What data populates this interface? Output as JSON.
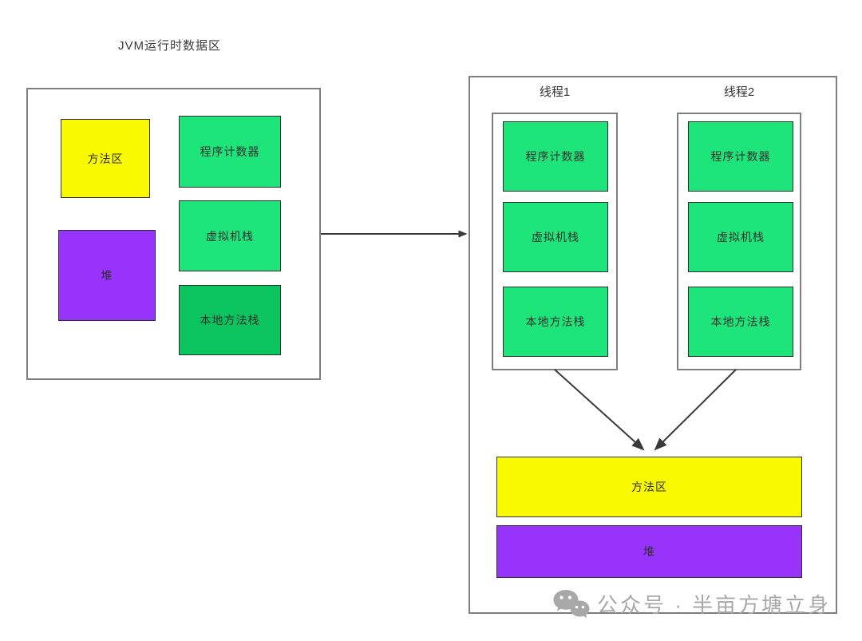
{
  "title": "JVM运行时数据区",
  "colors": {
    "yellow": "#f9f900",
    "purple": "#9733fa",
    "green": "#1ee57a",
    "dark_green": "#0cc45e",
    "panel_border": "#7e7e7e",
    "box_border": "#2e2e2e",
    "arrow": "#3a3a3a",
    "watermark": "#a8a8a8"
  },
  "left_panel": {
    "method_area": "方法区",
    "heap": "堆",
    "program_counter": "程序计数器",
    "vm_stack": "虚拟机栈",
    "native_method_stack": "本地方法栈"
  },
  "right_panel": {
    "threads": [
      {
        "label": "线程1",
        "boxes": [
          "程序计数器",
          "虚拟机栈",
          "本地方法栈"
        ]
      },
      {
        "label": "线程2",
        "boxes": [
          "程序计数器",
          "虚拟机栈",
          "本地方法栈"
        ]
      }
    ],
    "method_area": "方法区",
    "heap": "堆"
  },
  "watermark": {
    "icon": "wechat-icon",
    "text": "公众号 · 半亩方塘立身"
  }
}
